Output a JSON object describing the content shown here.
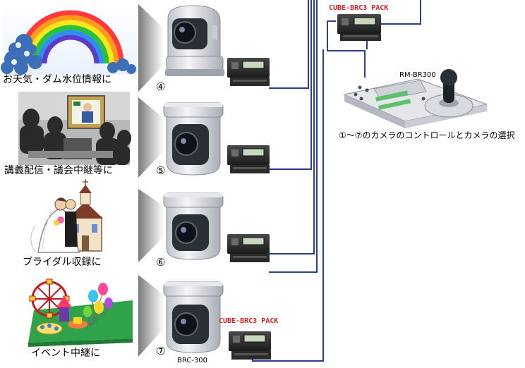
{
  "use_cases": [
    {
      "label": "お天気・ダム水位情報に",
      "number": "④"
    },
    {
      "label": "講義配信・議会中継等に",
      "number": "⑤"
    },
    {
      "label": "ブライダル収録に",
      "number": "⑥"
    },
    {
      "label": "イベント中継に",
      "number": "⑦"
    }
  ],
  "pack_label_top": "CUBE-BRC3 PACK",
  "pack_label_bottom": "CUBE-BRC3 PACK",
  "controller_model": "RM-BR300",
  "camera_model": "BRC-300",
  "controller_caption": "①～⑦のカメラのコントロールとカメラの選択",
  "colors": {
    "cable": "#2a3f8f",
    "pack_label": "#e02020"
  }
}
